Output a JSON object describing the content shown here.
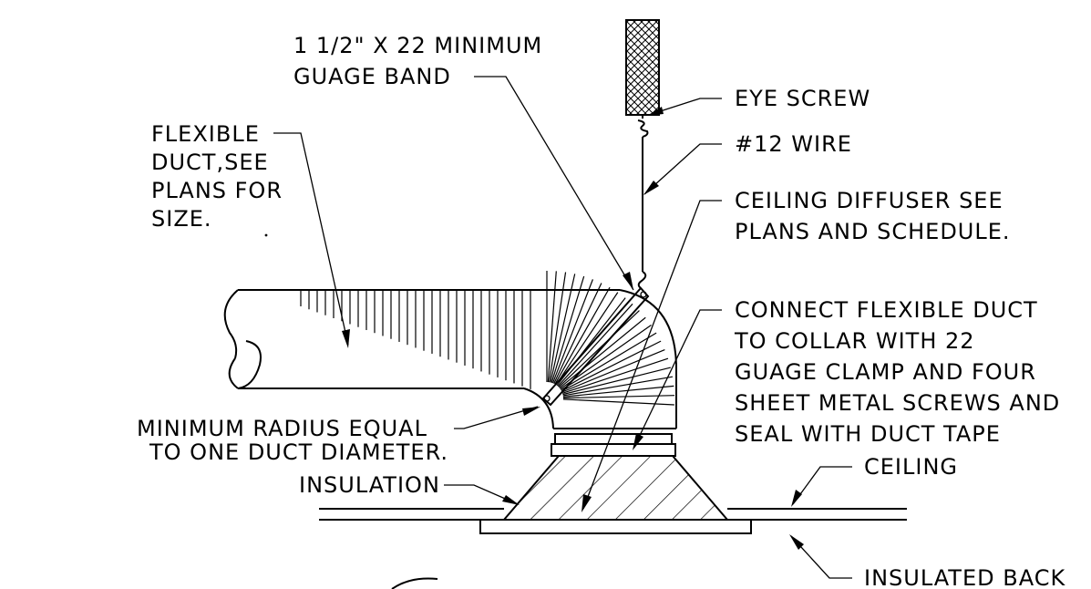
{
  "diagram": {
    "labels": {
      "band_line1": "1 1/2\" X 22 MINIMUM",
      "band_line2": "GUAGE BAND",
      "eye_screw": "EYE SCREW",
      "wire": "#12 WIRE",
      "flex_line1": "FLEXIBLE",
      "flex_line2": "DUCT,SEE",
      "flex_line3": "PLANS FOR",
      "flex_line4": "SIZE.",
      "diffuser_line1": "CEILING DIFFUSER SEE",
      "diffuser_line2": "PLANS AND SCHEDULE.",
      "connect_line1": "CONNECT FLEXIBLE DUCT",
      "connect_line2": "TO COLLAR WITH 22",
      "connect_line3": "GUAGE CLAMP AND FOUR",
      "connect_line4": "SHEET METAL SCREWS AND",
      "connect_line5": "SEAL WITH DUCT TAPE",
      "radius_line1": "MINIMUM RADIUS EQUAL",
      "radius_line2": "TO ONE DUCT DIAMETER.",
      "insulation": "INSULATION",
      "ceiling": "CEILING",
      "insulated_back": "INSULATED BACK"
    }
  }
}
